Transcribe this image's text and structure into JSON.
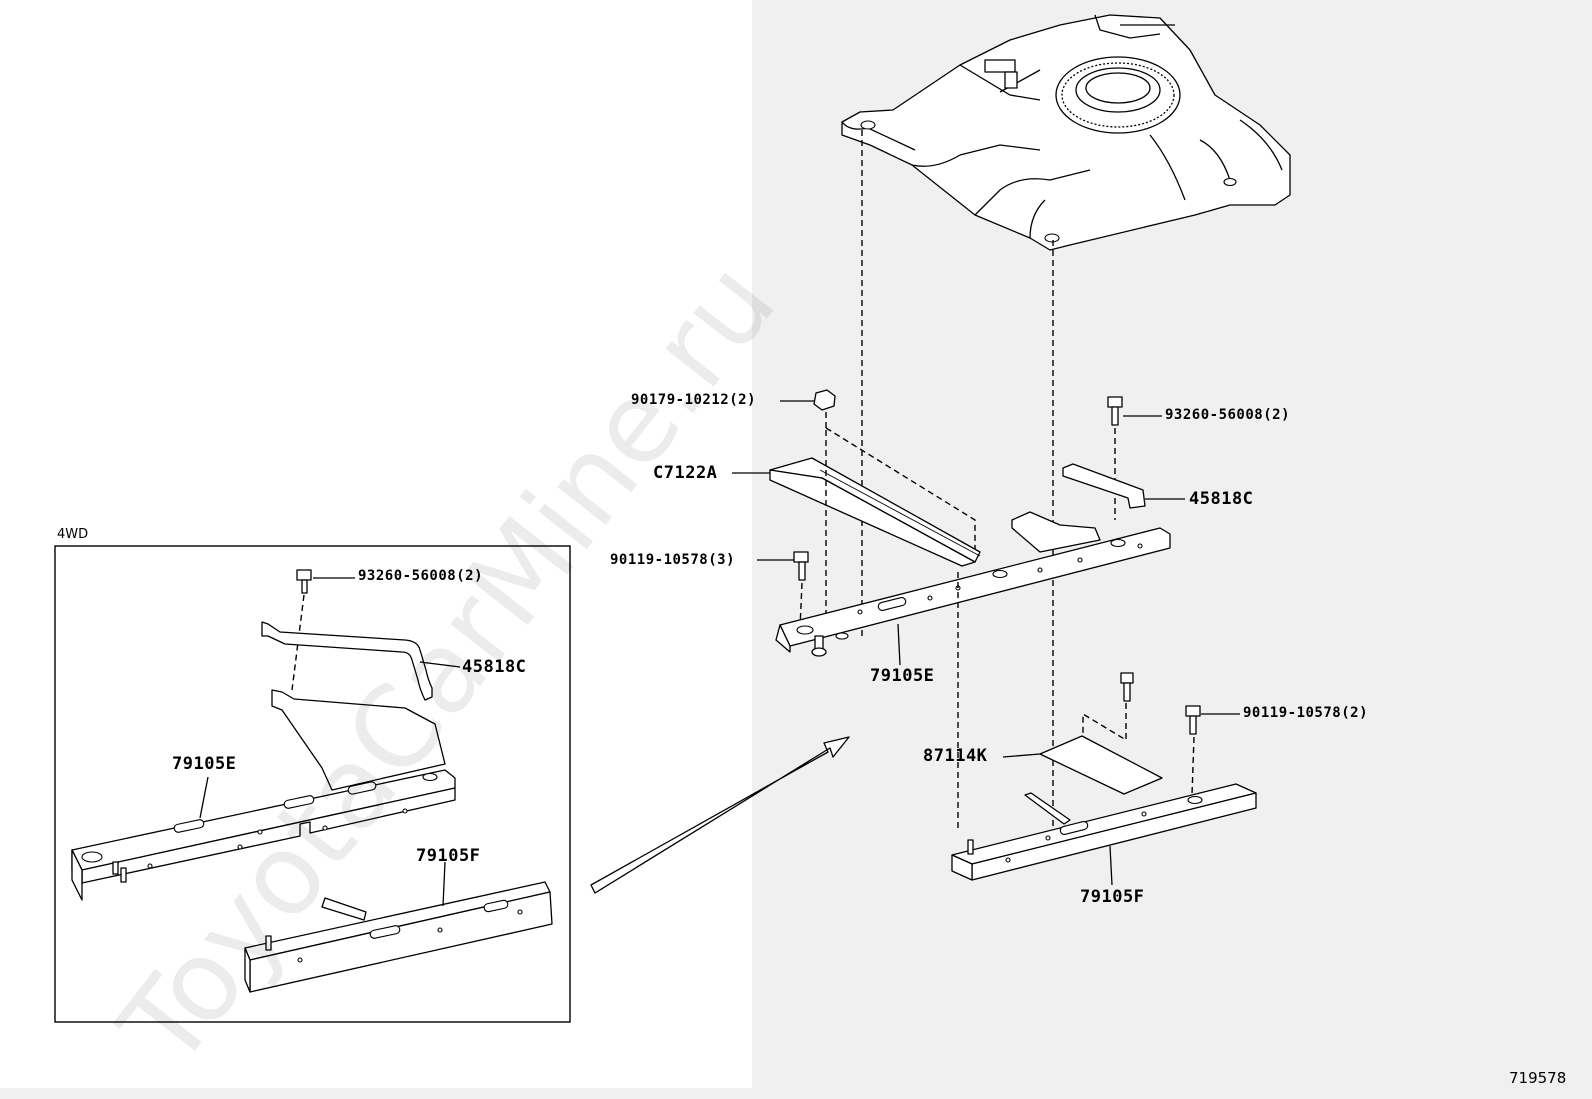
{
  "diagram": {
    "watermark": "ToyotaCarMine.ru",
    "image_code": "719578",
    "inset": {
      "title": "4WD",
      "callouts": {
        "bolt": "93260-56008(2)",
        "bracket": "45818C",
        "crossmember_e": "79105E",
        "crossmember_f": "79105F"
      }
    },
    "main": {
      "callouts": {
        "nut": "90179-10212(2)",
        "bolt_right": "93260-56008(2)",
        "plate": "C7122A",
        "bracket": "45818C",
        "bolt_left": "90119-10578(3)",
        "crossmember_e": "79105E",
        "insulator": "87114K",
        "bolt_lower": "90119-10578(2)",
        "crossmember_f": "79105F"
      }
    },
    "colors": {
      "right_panel_bg": "#f0f0f0",
      "line": "#000000",
      "background": "#ffffff"
    },
    "icons": [
      "transmission-housing-icon",
      "bolt-icon",
      "arrow-icon"
    ]
  }
}
